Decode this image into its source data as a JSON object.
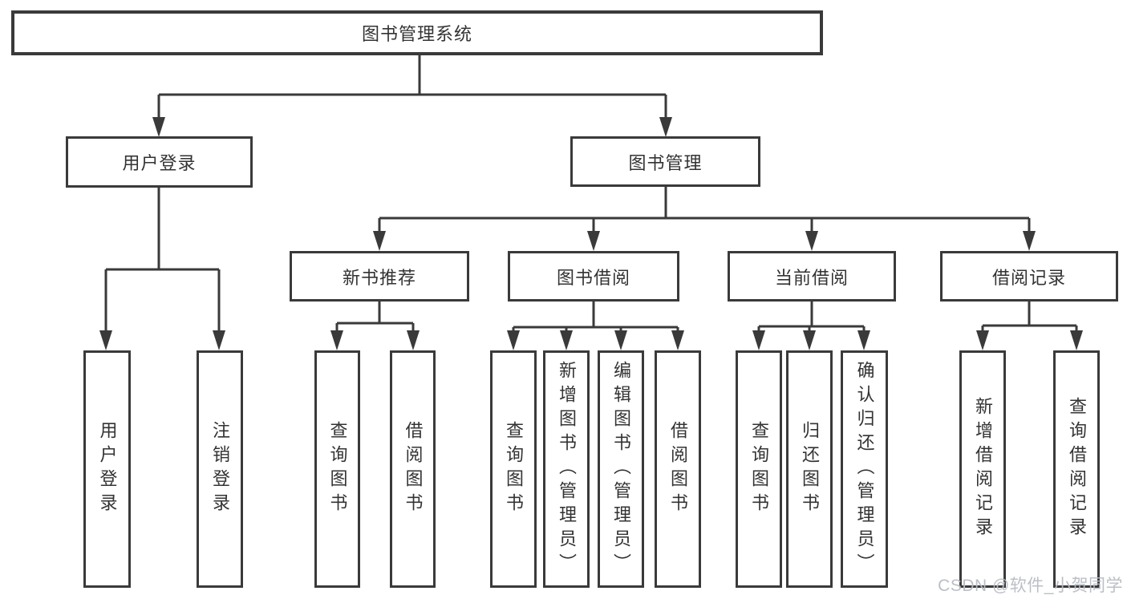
{
  "colors": {
    "line": "#3a3a3a",
    "text": "#333333",
    "background": "#ffffff",
    "watermark": "#b7bcc2"
  },
  "diagram_type": "hierarchy-tree",
  "tree": {
    "root": {
      "label": "图书管理系统"
    },
    "branches": [
      {
        "label": "用户登录",
        "children": [
          {
            "label": "用户登录"
          },
          {
            "label": "注销登录"
          }
        ]
      },
      {
        "label": "图书管理",
        "children": [
          {
            "label": "新书推荐",
            "children": [
              {
                "label": "查询图书"
              },
              {
                "label": "借阅图书"
              }
            ]
          },
          {
            "label": "图书借阅",
            "children": [
              {
                "label": "查询图书"
              },
              {
                "label": "新增图书（管理员）"
              },
              {
                "label": "编辑图书（管理员）"
              },
              {
                "label": "借阅图书"
              }
            ]
          },
          {
            "label": "当前借阅",
            "children": [
              {
                "label": "查询图书"
              },
              {
                "label": "归还图书"
              },
              {
                "label": "确认归还（管理员）"
              }
            ]
          },
          {
            "label": "借阅记录",
            "children": [
              {
                "label": "新增借阅记录"
              },
              {
                "label": "查询借阅记录"
              }
            ]
          }
        ]
      }
    ]
  },
  "watermark": {
    "text": "CSDN @软件_小贺同学"
  }
}
